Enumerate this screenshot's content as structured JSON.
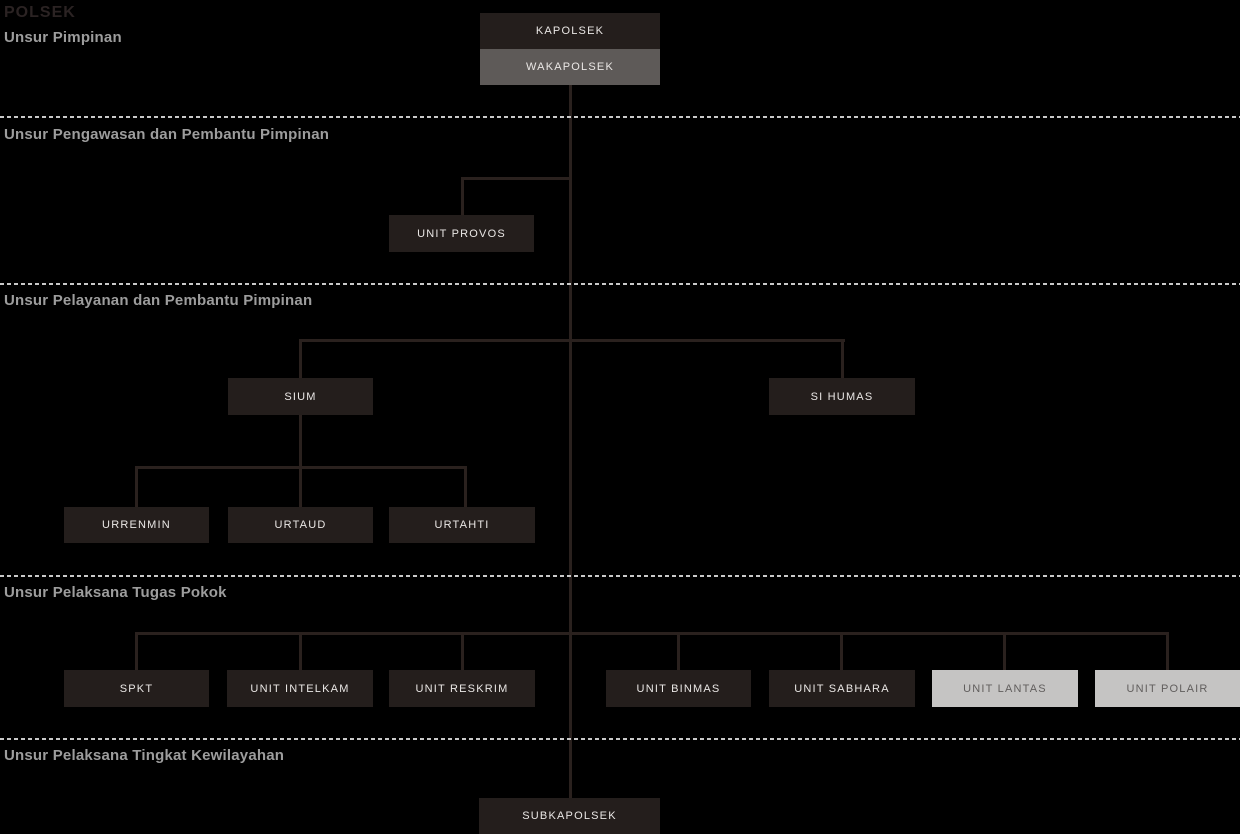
{
  "title": "POLSEK",
  "sections": {
    "pimpinan": {
      "label": "Unsur Pimpinan"
    },
    "pengawasan": {
      "label": "Unsur Pengawasan dan Pembantu Pimpinan"
    },
    "pelayanan": {
      "label": "Unsur Pelayanan dan Pembantu Pimpinan"
    },
    "pelaksana_pokok": {
      "label": "Unsur Pelaksana Tugas Pokok"
    },
    "kewilayahan": {
      "label": "Unsur Pelaksana Tingkat Kewilayahan"
    }
  },
  "nodes": {
    "kapolsek": {
      "label": "KAPOLSEK",
      "variant": "dark"
    },
    "wakapolsek": {
      "label": "WAKAPOLSEK",
      "variant": "gray"
    },
    "unit_provos": {
      "label": "UNIT PROVOS",
      "variant": "dark"
    },
    "sium": {
      "label": "SIUM",
      "variant": "dark"
    },
    "si_humas": {
      "label": "SI HUMAS",
      "variant": "dark"
    },
    "urrenmin": {
      "label": "URRENMIN",
      "variant": "dark"
    },
    "urtaud": {
      "label": "URTAUD",
      "variant": "dark"
    },
    "urtahti": {
      "label": "URTAHTI",
      "variant": "dark"
    },
    "spkt": {
      "label": "SPKT",
      "variant": "dark"
    },
    "unit_intelkam": {
      "label": "UNIT INTELKAM",
      "variant": "dark"
    },
    "unit_reskrim": {
      "label": "UNIT RESKRIM",
      "variant": "dark"
    },
    "unit_binmas": {
      "label": "UNIT BINMAS",
      "variant": "dark"
    },
    "unit_sabhara": {
      "label": "UNIT SABHARA",
      "variant": "dark"
    },
    "unit_lantas": {
      "label": "UNIT LANTAS",
      "variant": "light"
    },
    "unit_polair": {
      "label": "UNIT POLAIR",
      "variant": "light"
    },
    "subkapolsek": {
      "label": "SUBKAPOLSEK",
      "variant": "dark"
    }
  },
  "hierarchy": {
    "kapolsek": [
      "wakapolsek"
    ],
    "wakapolsek": [
      "unit_provos",
      "sium",
      "si_humas",
      "spkt",
      "unit_intelkam",
      "unit_reskrim",
      "unit_binmas",
      "unit_sabhara",
      "unit_lantas",
      "unit_polair",
      "subkapolsek"
    ],
    "sium": [
      "urrenmin",
      "urtaud",
      "urtahti"
    ]
  },
  "colors": {
    "bg": "#000000",
    "node_dark": "#241e1c",
    "node_gray": "#5e5a58",
    "node_light": "#c5c4c3",
    "node_text_light": "#eae7e5",
    "node_text_dark": "#615e5d",
    "line": "#2a211e",
    "divider": "#c9c9c9",
    "section_text": "#9d9d9d",
    "title_text": "#2b2323"
  }
}
